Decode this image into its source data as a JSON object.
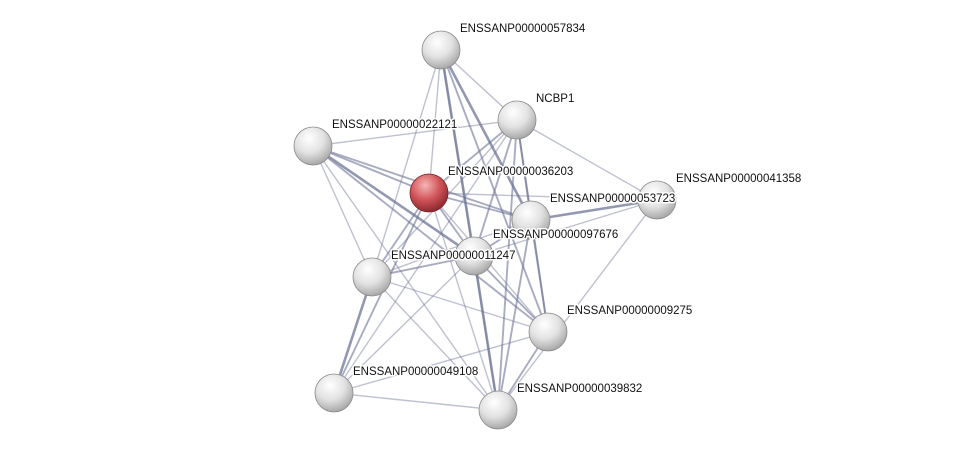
{
  "colors": {
    "edge": "#6e7596",
    "node": "#e4e4e4",
    "query_node": "#d0545a"
  },
  "nodes": [
    {
      "id": "n57834",
      "label": "ENSSANP00000057834",
      "query": false
    },
    {
      "id": "ncbp1",
      "label": "NCBP1",
      "query": false
    },
    {
      "id": "n22121",
      "label": "ENSSANP00000022121",
      "query": false
    },
    {
      "id": "n36203",
      "label": "ENSSANP00000036203",
      "query": true
    },
    {
      "id": "n41358",
      "label": "ENSSANP00000041358",
      "query": false
    },
    {
      "id": "n53723",
      "label": "ENSSANP00000053723",
      "query": false
    },
    {
      "id": "n97676",
      "label": "ENSSANP00000097676",
      "query": false
    },
    {
      "id": "n1247",
      "label": "ENSSANP00000011247",
      "query": false
    },
    {
      "id": "n9275",
      "label": "ENSSANP00000009275",
      "query": false
    },
    {
      "id": "n49108",
      "label": "ENSSANP00000049108",
      "query": false
    },
    {
      "id": "n39832",
      "label": "ENSSANP00000039832",
      "query": false
    }
  ],
  "edges": [
    [
      "n57834",
      "ncbp1",
      1
    ],
    [
      "n57834",
      "n36203",
      1
    ],
    [
      "n57834",
      "n53723",
      3
    ],
    [
      "n57834",
      "n97676",
      3
    ],
    [
      "n57834",
      "n1247",
      1
    ],
    [
      "n57834",
      "n9275",
      2
    ],
    [
      "n57834",
      "n39832",
      1
    ],
    [
      "ncbp1",
      "n22121",
      1
    ],
    [
      "ncbp1",
      "n41358",
      1
    ],
    [
      "ncbp1",
      "n36203",
      2
    ],
    [
      "ncbp1",
      "n53723",
      2
    ],
    [
      "ncbp1",
      "n97676",
      2
    ],
    [
      "ncbp1",
      "n1247",
      1
    ],
    [
      "ncbp1",
      "n9275",
      2
    ],
    [
      "ncbp1",
      "n39832",
      2
    ],
    [
      "ncbp1",
      "n49108",
      1
    ],
    [
      "n22121",
      "n36203",
      2
    ],
    [
      "n22121",
      "n53723",
      2
    ],
    [
      "n22121",
      "n97676",
      3
    ],
    [
      "n22121",
      "n1247",
      1
    ],
    [
      "n22121",
      "n9275",
      2
    ],
    [
      "n22121",
      "n39832",
      1
    ],
    [
      "n36203",
      "n53723",
      2
    ],
    [
      "n36203",
      "n41358",
      1
    ],
    [
      "n36203",
      "n97676",
      2
    ],
    [
      "n36203",
      "n1247",
      2
    ],
    [
      "n36203",
      "n9275",
      1
    ],
    [
      "n36203",
      "n39832",
      1
    ],
    [
      "n36203",
      "n49108",
      2
    ],
    [
      "n41358",
      "n53723",
      3
    ],
    [
      "n41358",
      "n97676",
      1
    ],
    [
      "n41358",
      "n39832",
      1
    ],
    [
      "n53723",
      "n97676",
      2
    ],
    [
      "n53723",
      "n1247",
      1
    ],
    [
      "n53723",
      "n9275",
      2
    ],
    [
      "n53723",
      "n39832",
      2
    ],
    [
      "n97676",
      "n1247",
      2
    ],
    [
      "n97676",
      "n9275",
      2
    ],
    [
      "n97676",
      "n39832",
      3
    ],
    [
      "n97676",
      "n49108",
      1
    ],
    [
      "n1247",
      "n9275",
      1
    ],
    [
      "n1247",
      "n49108",
      3
    ],
    [
      "n1247",
      "n39832",
      1
    ],
    [
      "n9275",
      "n49108",
      1
    ],
    [
      "n9275",
      "n39832",
      2
    ],
    [
      "n49108",
      "n39832",
      1
    ]
  ]
}
